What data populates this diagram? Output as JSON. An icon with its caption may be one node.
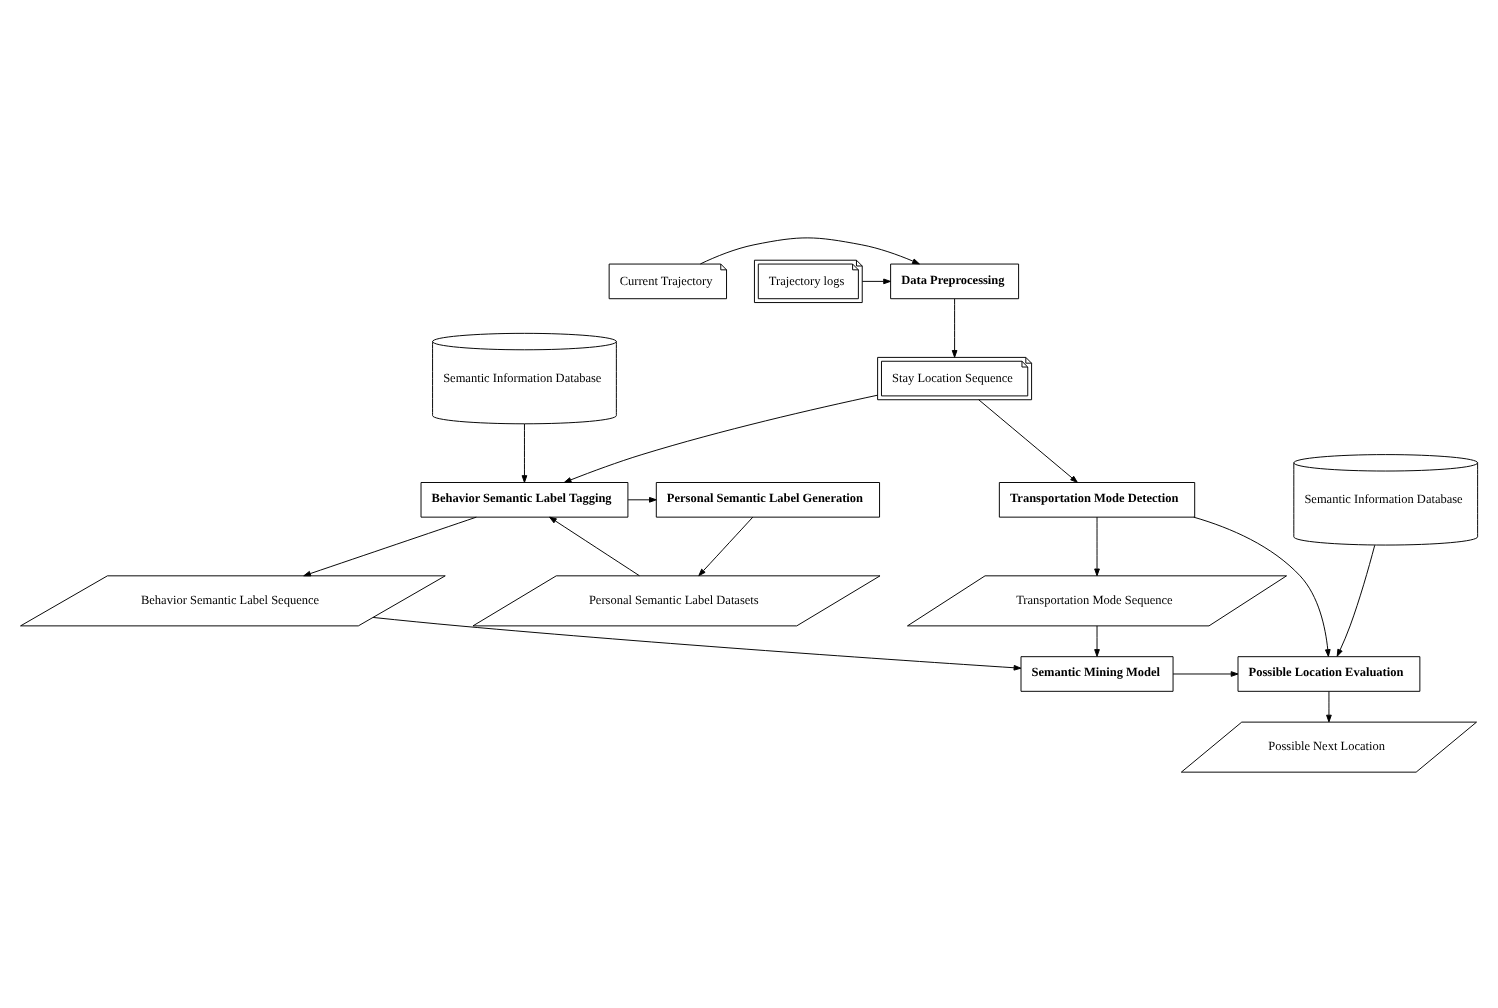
{
  "diagram": {
    "nodes": [
      {
        "text": [
          "Trajectory logs"
        ]
      },
      {
        "text": [
          "Data Preprocessing"
        ]
      },
      {
        "text": [
          "Current Trajectory"
        ]
      },
      {
        "text": [
          "Stay Location Sequence"
        ]
      },
      {
        "text": [
          "Semantic Information Database"
        ]
      },
      {
        "text": [
          "Semantic Information Database"
        ]
      },
      {
        "text": [
          "Transportation Mode Detection"
        ]
      },
      {
        "text": [
          "Behavior Semantic Label Tagging"
        ]
      },
      {
        "text": [
          "Personal Semantic Label Generation"
        ]
      },
      {
        "text": [
          "Transportation Mode Sequence"
        ]
      },
      {
        "text": [
          "Behavior Semantic Label Sequence"
        ]
      },
      {
        "text": [
          "Personal Semantic Label Datasets"
        ]
      },
      {
        "text": [
          "Possible Location Evaluation"
        ]
      },
      {
        "text": [
          "Semantic Mining Model"
        ]
      },
      {
        "text": [
          "Possible Next Location"
        ]
      }
    ],
    "edges": [
      {
        "from": 0,
        "to": 1,
        "arrow": "to"
      },
      {
        "from": 2,
        "to": 1,
        "arrow": "to"
      },
      {
        "from": 1,
        "to": 3,
        "arrow": "to"
      },
      {
        "from": 3,
        "to": 6,
        "arrow": "to"
      },
      {
        "from": 3,
        "to": 7,
        "arrow": "to"
      },
      {
        "from": 4,
        "to": 7,
        "arrow": "to"
      },
      {
        "from": 7,
        "to": 8,
        "arrow": "to"
      },
      {
        "from": 8,
        "to": 11,
        "arrow": "to"
      },
      {
        "from": 11,
        "to": 7,
        "arrow": "to"
      },
      {
        "from": 6,
        "to": 9,
        "arrow": "to"
      },
      {
        "from": 7,
        "to": 10,
        "arrow": "to"
      },
      {
        "from": 5,
        "to": 12,
        "arrow": "to"
      },
      {
        "from": 6,
        "to": 12,
        "arrow": "to"
      },
      {
        "from": 9,
        "to": 13,
        "arrow": "to"
      },
      {
        "from": 10,
        "to": 13,
        "arrow": "to"
      },
      {
        "from": 13,
        "to": 12,
        "arrow": "to"
      },
      {
        "from": 12,
        "to": 14,
        "arrow": "to"
      }
    ]
  }
}
